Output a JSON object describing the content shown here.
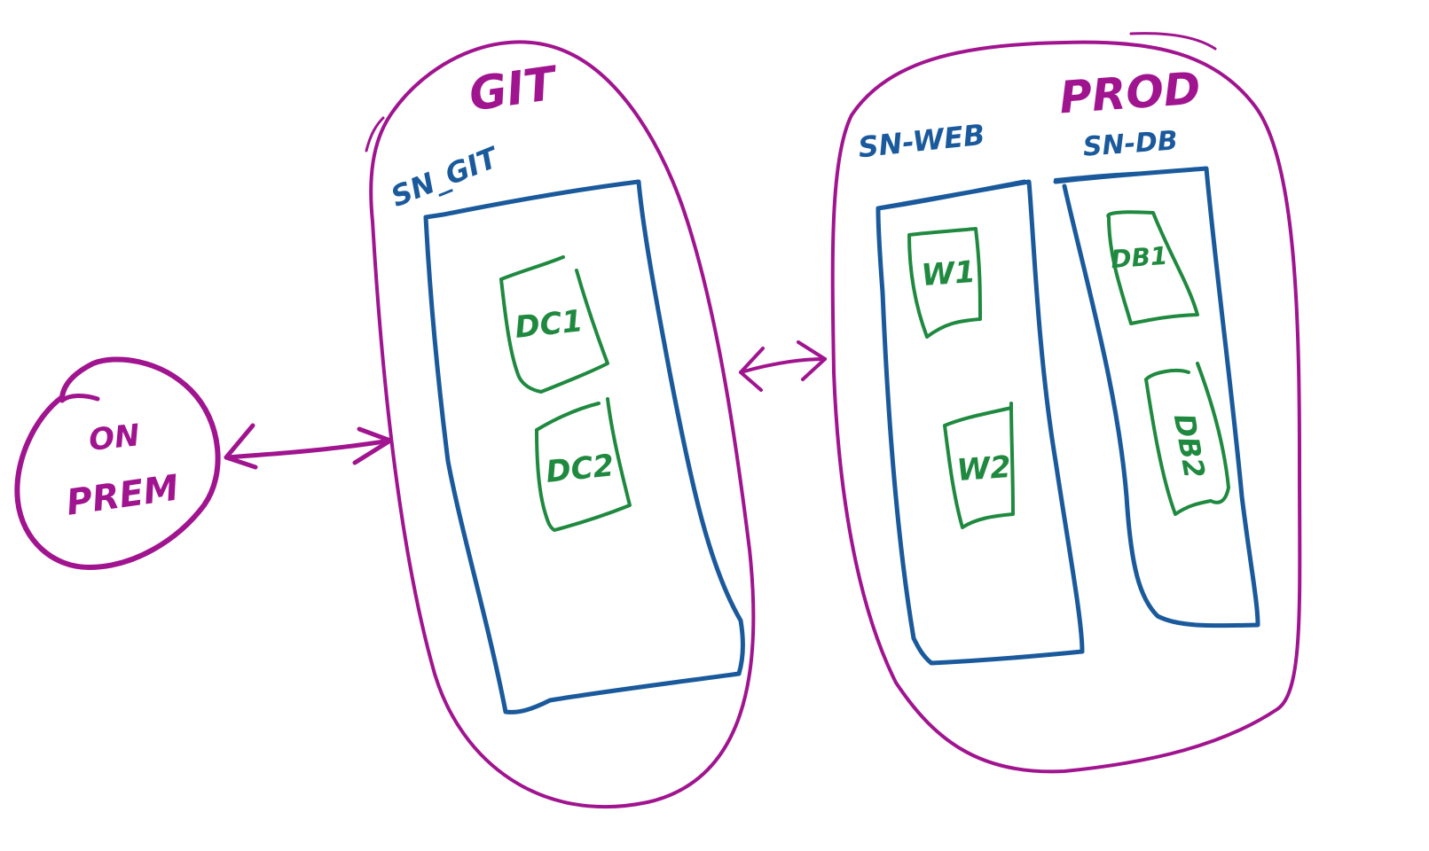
{
  "diagram": {
    "onprem": {
      "line1": "ON",
      "line2": "PREM"
    },
    "git_region": {
      "title": "GIT",
      "subnet": {
        "label": "SN_GIT",
        "vms": [
          "DC1",
          "DC2"
        ]
      }
    },
    "prod_region": {
      "title": "PROD",
      "subnet_web": {
        "label": "SN-WEB",
        "vms": [
          "W1",
          "W2"
        ]
      },
      "subnet_db": {
        "label": "SN-DB",
        "vms": [
          "DB1",
          "DB2"
        ]
      }
    },
    "colors": {
      "region": "#a1148f",
      "subnet": "#1a5a9c",
      "vm": "#1f8a3f"
    }
  }
}
